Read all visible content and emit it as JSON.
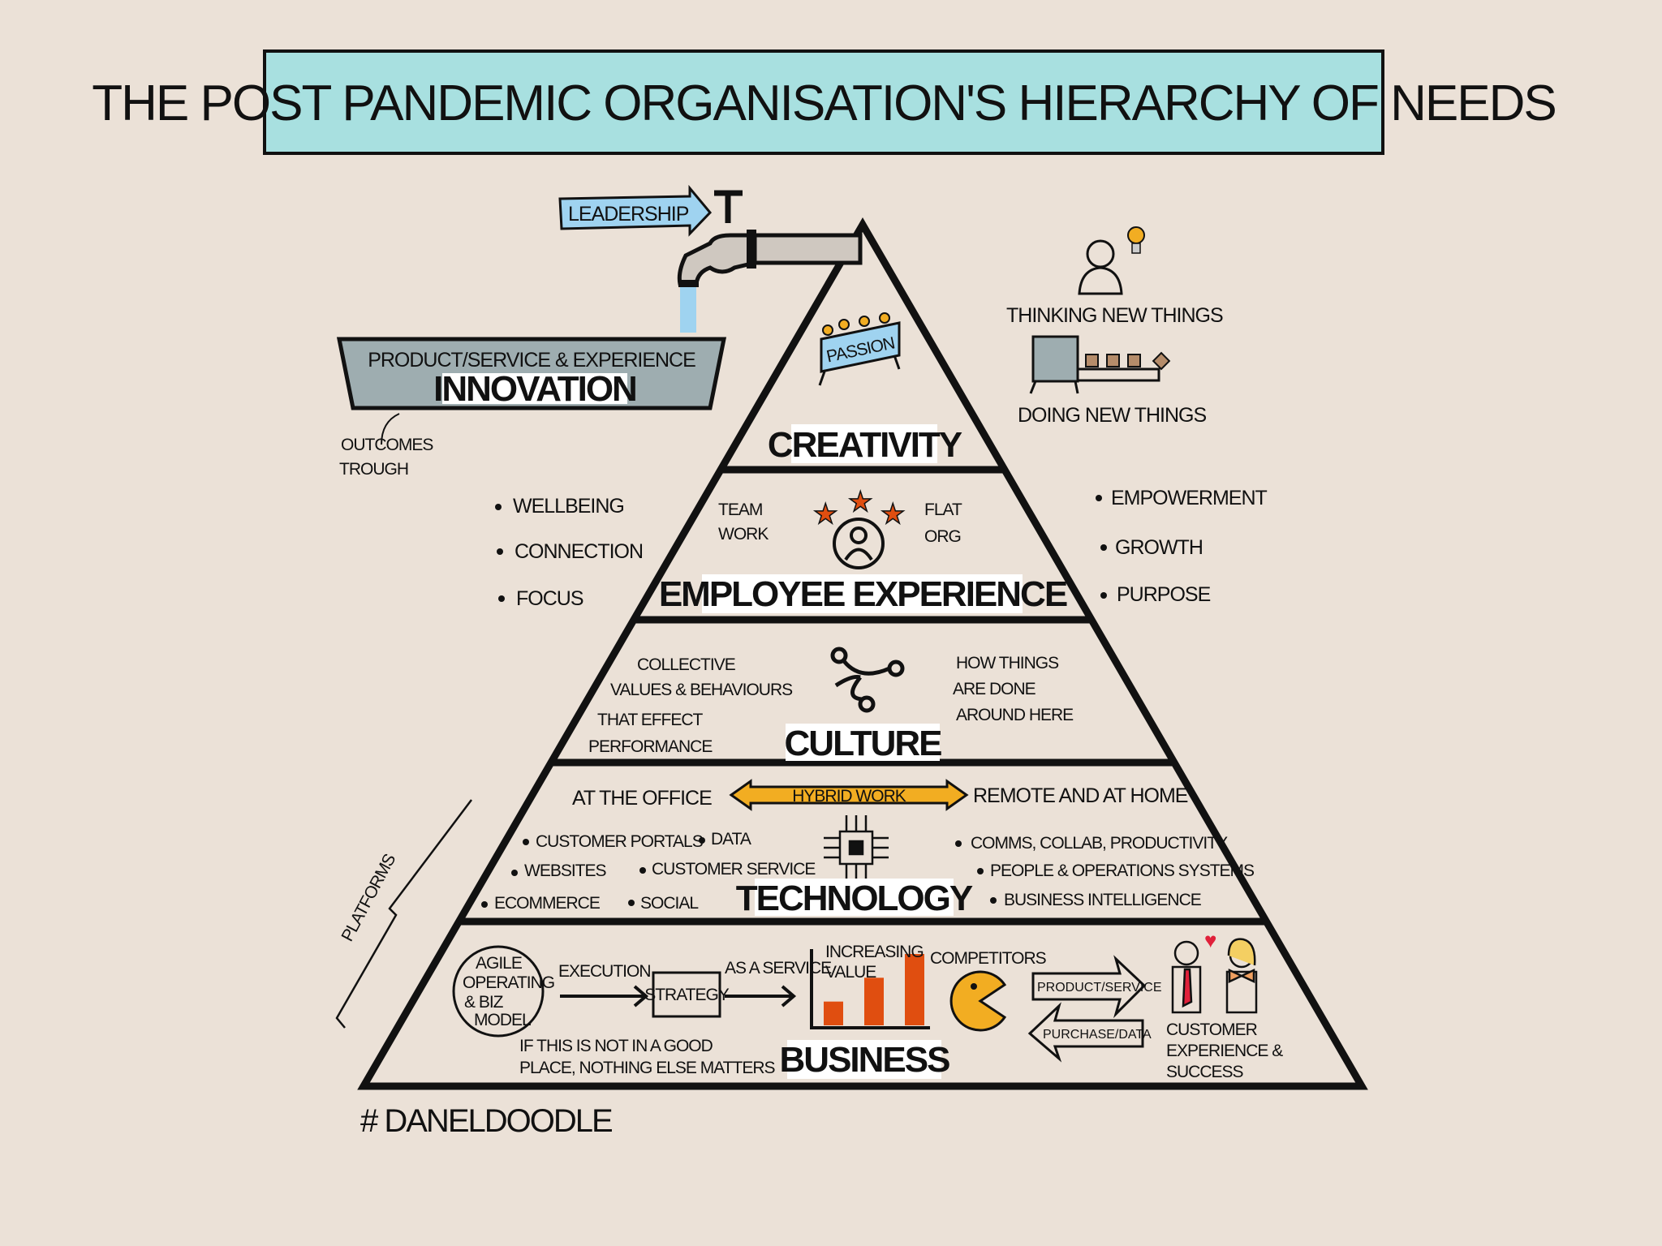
{
  "title": "The Post Pandemic Organisation's Hierarchy of Needs",
  "colors": {
    "background": "#ebe1d7",
    "title_box": "#a8e0e0",
    "accent_orange": "#e04e10",
    "accent_yellow": "#f2ad22",
    "water": "#9fd3f0",
    "grey": "#9eadb0"
  },
  "top": {
    "leadership": "Leadership",
    "trough_line1": "Product/Service & Experience",
    "trough_line2": "Innovation",
    "outcomes_1": "Outcomes",
    "outcomes_2": "Trough",
    "thinking": "Thinking new things",
    "doing": "Doing new things"
  },
  "tiers": {
    "creativity": {
      "label": "Creativity",
      "banner": "Passion"
    },
    "employee": {
      "label": "Employee Experience",
      "team_1": "Team",
      "team_2": "Work",
      "flat_1": "Flat",
      "flat_2": "Org",
      "left": [
        "Wellbeing",
        "Connection",
        "Focus"
      ],
      "right": [
        "Empowerment",
        "Growth",
        "Purpose"
      ]
    },
    "culture": {
      "label": "Culture",
      "left": [
        "Collective",
        "Values & Behaviours",
        "That effect",
        "Performance"
      ],
      "right": [
        "How things",
        "are done",
        "around here"
      ]
    },
    "technology": {
      "label": "Technology",
      "office": "At the office",
      "hybrid": "Hybrid work",
      "remote": "Remote and at home",
      "left": [
        "Customer portals",
        "Data",
        "Websites",
        "Customer service",
        "Ecommerce",
        "Social"
      ],
      "right": [
        "Comms, Collab, Productivity",
        "People & Operations systems",
        "Business intelligence"
      ],
      "platforms": "Platforms"
    },
    "business": {
      "label": "Business",
      "agile": [
        "Agile",
        "Operating",
        "& Biz",
        "Model"
      ],
      "execution": "Execution",
      "strategy": "Strategy",
      "as_a_service": "As a service",
      "increasing_1": "Increasing",
      "increasing_2": "Value",
      "competitors": "Competitors",
      "product_service": "Product/Service",
      "purchase_data": "Purchase/Data",
      "customer": [
        "Customer",
        "Experience &",
        "Success"
      ],
      "note": [
        "If this is not in a good",
        "place, nothing else matters"
      ],
      "bars": [
        1,
        2,
        3
      ]
    }
  },
  "signature": "# Daneldoodle"
}
